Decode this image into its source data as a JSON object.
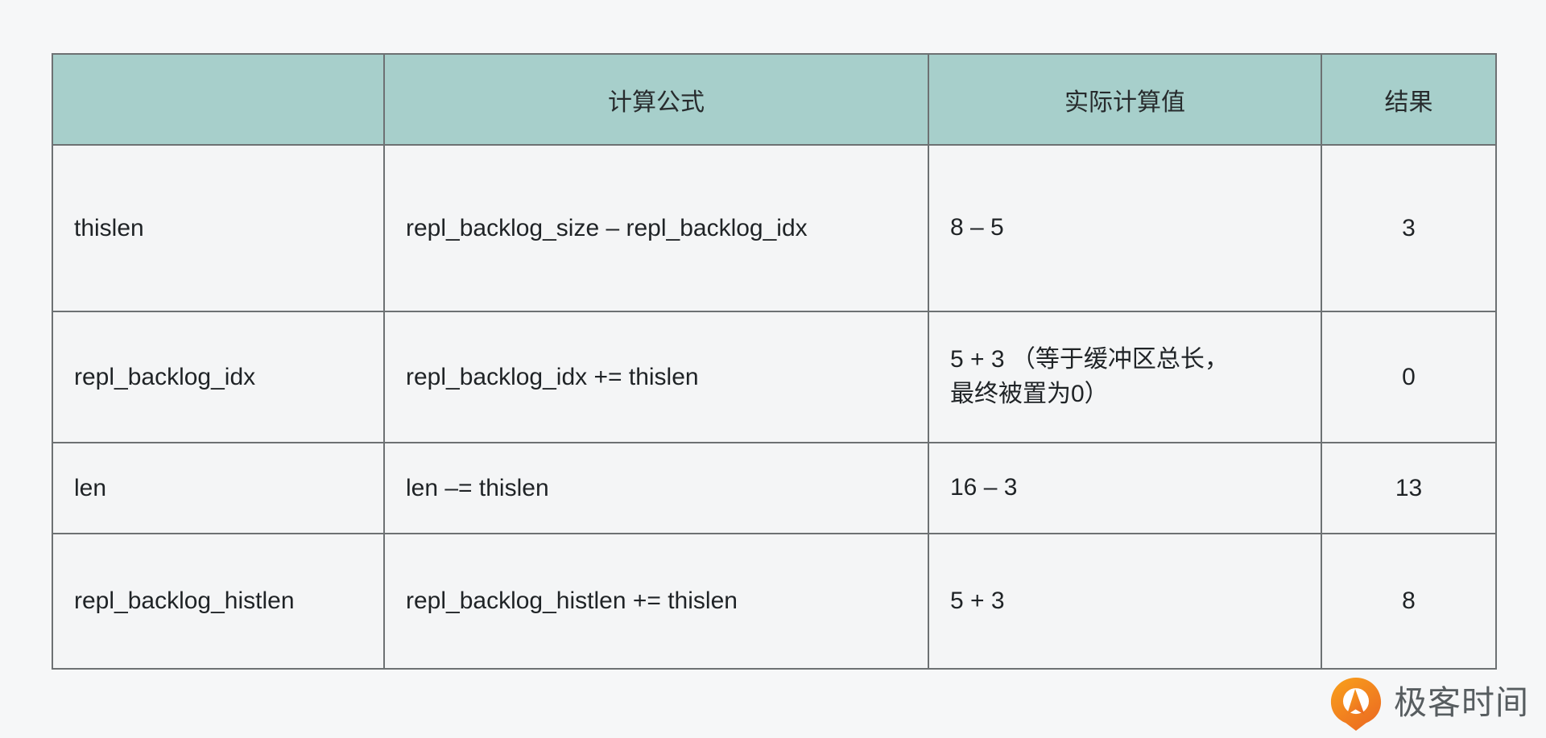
{
  "chart_data": {
    "type": "table",
    "title": "",
    "columns": [
      "",
      "计算公式",
      "实际计算值",
      "结果"
    ],
    "rows": [
      [
        "thislen",
        "repl_backlog_size – repl_backlog_idx",
        "8 – 5",
        "3"
      ],
      [
        "repl_backlog_idx",
        "repl_backlog_idx += thislen",
        "5 + 3 （等于缓冲区总长，\n最终被置为0）",
        "0"
      ],
      [
        "len",
        "len –= thislen",
        "16 – 3",
        "13"
      ],
      [
        "repl_backlog_histlen",
        "repl_backlog_histlen += thislen",
        "5 + 3",
        "8"
      ]
    ],
    "layout": {
      "header_background": "#a7cfcb",
      "cell_background": "#f4f5f6",
      "border_color": "#6d7173",
      "grid": "on"
    }
  },
  "logo": {
    "text": "极客时间",
    "icon": "geektime-pin-icon",
    "icon_color_top": "#f9a11b",
    "icon_color_bottom": "#ec6d22",
    "text_color": "#575d60"
  },
  "page": {
    "background": "#f6f7f8"
  }
}
